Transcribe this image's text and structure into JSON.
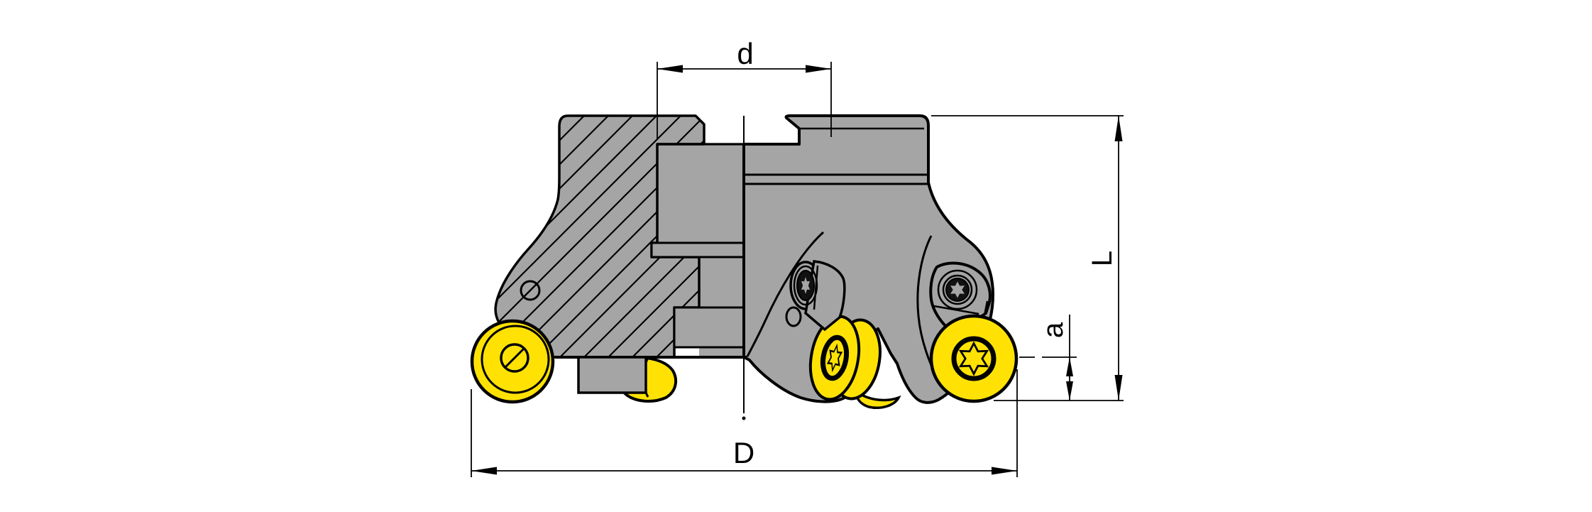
{
  "drawing": {
    "dimension_labels": {
      "bore_diameter": "d",
      "overall_height": "L",
      "max_cutting_depth": "a",
      "cutting_diameter": "D"
    },
    "colors": {
      "background": "#ffffff",
      "body_gray": "#a5a5a5",
      "insert_yellow": "#ffe204",
      "outline_black": "#000000",
      "screw_dark": "#111111"
    }
  }
}
